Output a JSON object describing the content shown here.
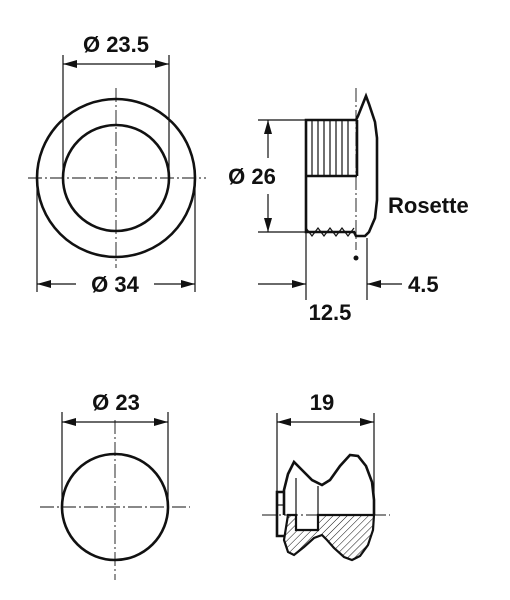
{
  "rosette": {
    "outer_diameter_label": "Ø 34",
    "inner_diameter_label": "Ø 23.5",
    "side_height_label": "Ø 26",
    "length_label": "12.5",
    "flange_label": "4.5",
    "name_label": "Rosette"
  },
  "knob": {
    "diameter_label": "Ø 23",
    "length_label": "19"
  }
}
